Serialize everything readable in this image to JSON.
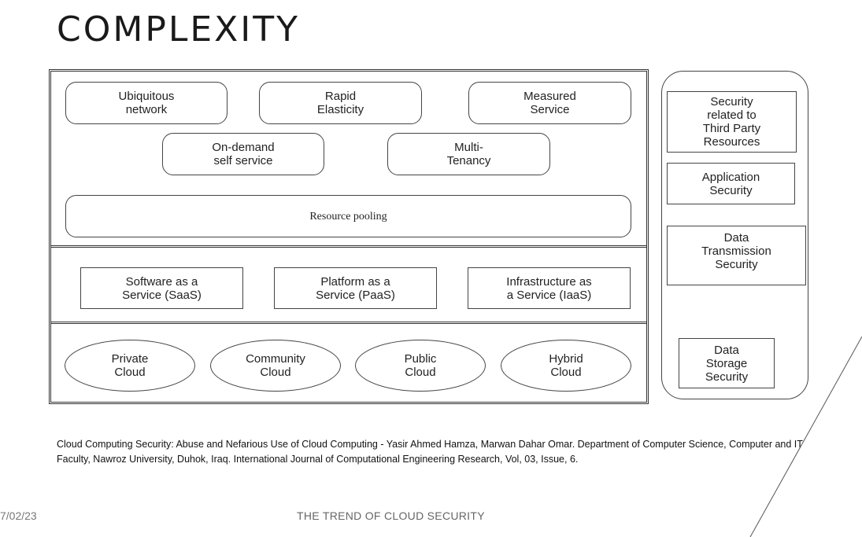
{
  "slide": {
    "title": "COMPLEXITY",
    "citation": "Cloud Computing Security: Abuse and Nefarious Use of Cloud Computing - Yasir Ahmed Hamza, Marwan Dahar Omar. Department of Computer Science, Computer and IT Faculty, Nawroz University, Duhok, Iraq. International Journal of Computational Engineering Research, Vol, 03, Issue, 6.",
    "footer_date": "7/02/23",
    "footer_title": "THE TREND OF CLOUD SECURITY"
  },
  "diagram": {
    "characteristics": {
      "ubiquitous": "Ubiquitous\nnetwork",
      "rapid": "Rapid\nElasticity",
      "measured": "Measured\nService",
      "ondemand": "On-demand\nself service",
      "multitenancy": "Multi-\nTenancy",
      "pooling": "Resource pooling"
    },
    "service_models": {
      "saas": "Software as a\nService (SaaS)",
      "paas": "Platform as a\nService (PaaS)",
      "iaas": "Infrastructure as\na Service (IaaS)"
    },
    "deployment_models": {
      "private": "Private\nCloud",
      "community": "Community\nCloud",
      "public": "Public\nCloud",
      "hybrid": "Hybrid\nCloud"
    },
    "security": {
      "third_party": "Security\nrelated to\nThird Party\nResources",
      "application": "Application\nSecurity",
      "transmission": "Data\nTransmission\nSecurity",
      "storage": "Data\nStorage\nSecurity"
    }
  }
}
